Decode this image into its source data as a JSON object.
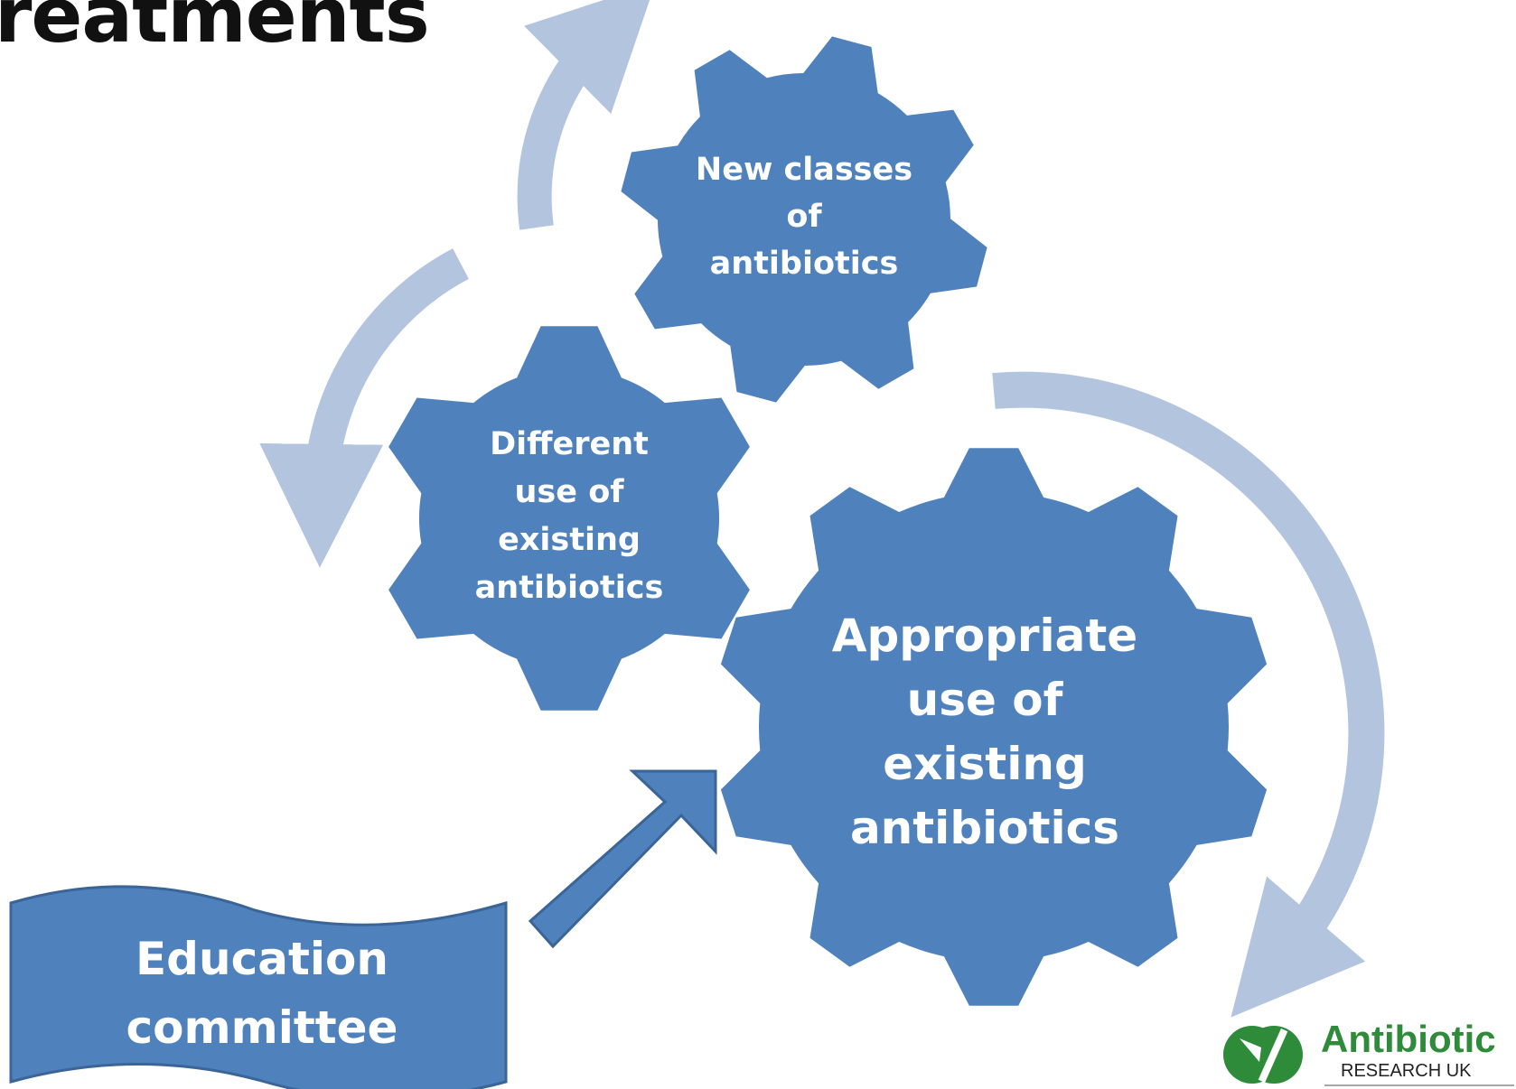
{
  "slide": {
    "title": "reatments"
  },
  "gears": {
    "top": {
      "lines": [
        "New classes",
        "of",
        "antibiotics"
      ]
    },
    "middle": {
      "lines": [
        "Different",
        "use of",
        "existing",
        "antibiotics"
      ]
    },
    "main": {
      "lines": [
        "Appropriate",
        "use of",
        "existing",
        "antibiotics"
      ]
    }
  },
  "banner": {
    "lines": [
      "Education",
      "committee"
    ]
  },
  "logo": {
    "name": "Antibiotic",
    "subtitle": "RESEARCH UK"
  },
  "colors": {
    "gear_fill": "#4f81bd",
    "cycle_arrow": "#b3c4df",
    "text_on_shape": "#ffffff",
    "banner_border": "#3a6596",
    "logo_green": "#2e8b3a"
  }
}
